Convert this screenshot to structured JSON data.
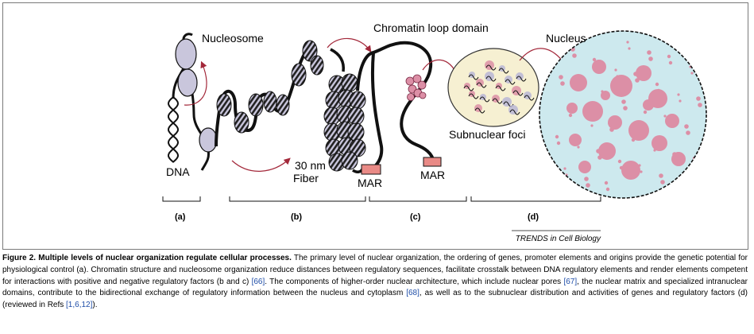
{
  "labels": {
    "nucleosome": "Nucleosome",
    "dna": "DNA",
    "fiber_line1": "30 nm",
    "fiber_line2": "Fiber",
    "chromatin_loop": "Chromatin loop domain",
    "mar_left": "MAR",
    "mar_right": "MAR",
    "subnuclear_foci": "Subnuclear foci",
    "nucleus": "Nucleus"
  },
  "panels": [
    "(a)",
    "(b)",
    "(c)",
    "(d)"
  ],
  "source": "TRENDS in Cell Biology",
  "caption": {
    "label": "Figure 2.",
    "title": " Multiple levels of nuclear organization regulate cellular processes.",
    "part1": " The primary level of nuclear organization, the ordering of genes, promoter elements and origins provide the genetic potential for physiological control (a). Chromatin structure and nucleosome organization reduce distances between regulatory sequences, facilitate crosstalk between DNA regulatory elements and render elements competent for interactions with positive and negative regulatory factors (b and c) ",
    "ref1": "[66]",
    "part2": ". The components of higher-order nuclear architecture, which include nuclear pores ",
    "ref2": "[67]",
    "part3": ", the nuclear matrix and specialized intranuclear domains, contribute to the bidirectional exchange of regulatory information between the nucleus and cytoplasm ",
    "ref3": "[68]",
    "part4": ", as well as to the subnuclear distribution and activities of genes and regulatory factors (d) (reviewed in Refs ",
    "ref4": "[1,6,12]",
    "part5": ")."
  },
  "colors": {
    "nucleosome_fill": "#c9c6dc",
    "mar_fill": "#e98a86",
    "arrow": "#a3283a",
    "foci_bg": "#f6f0d2",
    "nucleus_bg": "#cde9ee",
    "nucleus_blob": "#dc8fa6"
  }
}
